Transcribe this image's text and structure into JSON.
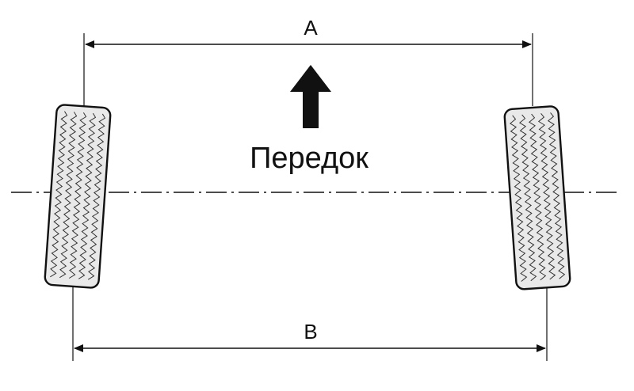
{
  "labels": {
    "dimension_top": "A",
    "dimension_bottom": "B",
    "direction": "Передок"
  },
  "colors": {
    "ink": "#111111",
    "tire_fill": "#e9e9e9",
    "background": "#ffffff"
  },
  "icons": {
    "direction_arrow": "arrow-up-icon"
  }
}
